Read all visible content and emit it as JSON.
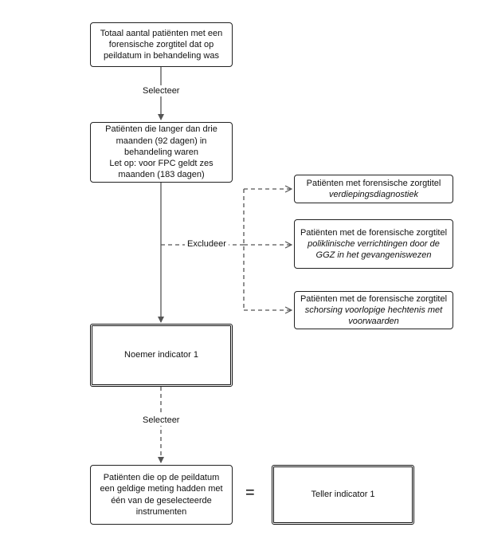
{
  "boxes": {
    "total": "Totaal aantal patiënten met een forensische zorgtitel dat op peildatum in behandeling was",
    "longer": {
      "line1": "Patiënten die langer dan drie maanden (92 dagen) in behandeling waren",
      "line2": "Let op: voor FPC geldt zes maanden (183 dagen)"
    },
    "excl1": {
      "plain": "Patiënten met forensische zorgtitel",
      "italic": "verdiepingsdiagnostiek"
    },
    "excl2": {
      "plain": "Patiënten met de forensische zorgtitel",
      "italic": "poliklinische verrichtingen door de GGZ in het gevangeniswezen"
    },
    "excl3": {
      "plain": "Patiënten met de forensische zorgtitel",
      "italic": "schorsing voorlopige hechtenis met voorwaarden"
    },
    "noemer": "Noemer indicator 1",
    "meting": "Patiënten die op de peildatum een geldige meting hadden met één van de geselecteerde instrumenten",
    "teller": "Teller indicator 1"
  },
  "labels": {
    "selecteer_1": "Selecteer",
    "excludeer": "Excludeer",
    "selecteer_2": "Selecteer",
    "equals": "="
  },
  "colors": {
    "line": "#555555",
    "border": "#222222"
  }
}
